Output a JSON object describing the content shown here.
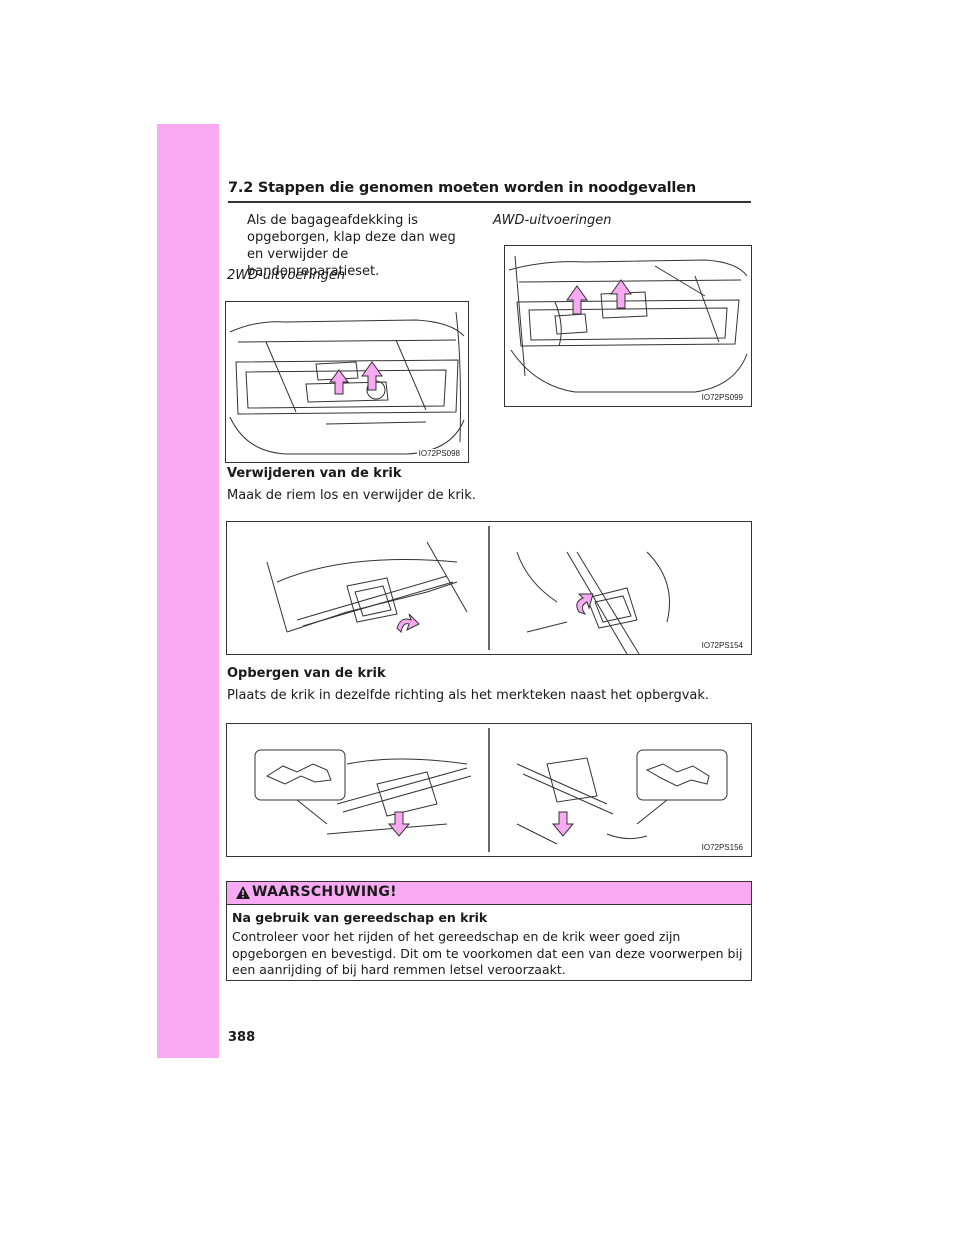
{
  "header": {
    "section": "7.2 Stappen die genomen moeten worden in noodgevallen"
  },
  "intro": {
    "text": "Als de bagageafdekking is opgeborgen, klap deze dan weg en verwijder de bandenreparatieset."
  },
  "fig_2wd": {
    "label": "2WD-uitvoeringen",
    "code": "IO72PS098"
  },
  "fig_awd": {
    "label": "AWD-uitvoeringen",
    "code": "IO72PS099"
  },
  "remove_jack": {
    "heading": "Verwijderen van de krik",
    "text": "Maak de riem los en verwijder de krik.",
    "code": "IO72PS154"
  },
  "store_jack": {
    "heading": "Opbergen van de krik",
    "text": "Plaats de krik in dezelfde richting als het merkteken naast het opbergvak.",
    "code": "IO72PS156"
  },
  "warning": {
    "title": "WAARSCHUWING!",
    "subtitle": "Na gebruik van gereedschap en krik",
    "body": "Controleer voor het rijden of het gereedschap en de krik weer goed zijn opgeborgen en bevestigd. Dit om te voorkomen dat een van deze voorwerpen bij een aanrijding of bij hard remmen letsel veroorzaakt."
  },
  "page_number": "388",
  "colors": {
    "accent": "#f7aaf2",
    "arrow": "#f7aaf2",
    "line": "#333333"
  }
}
